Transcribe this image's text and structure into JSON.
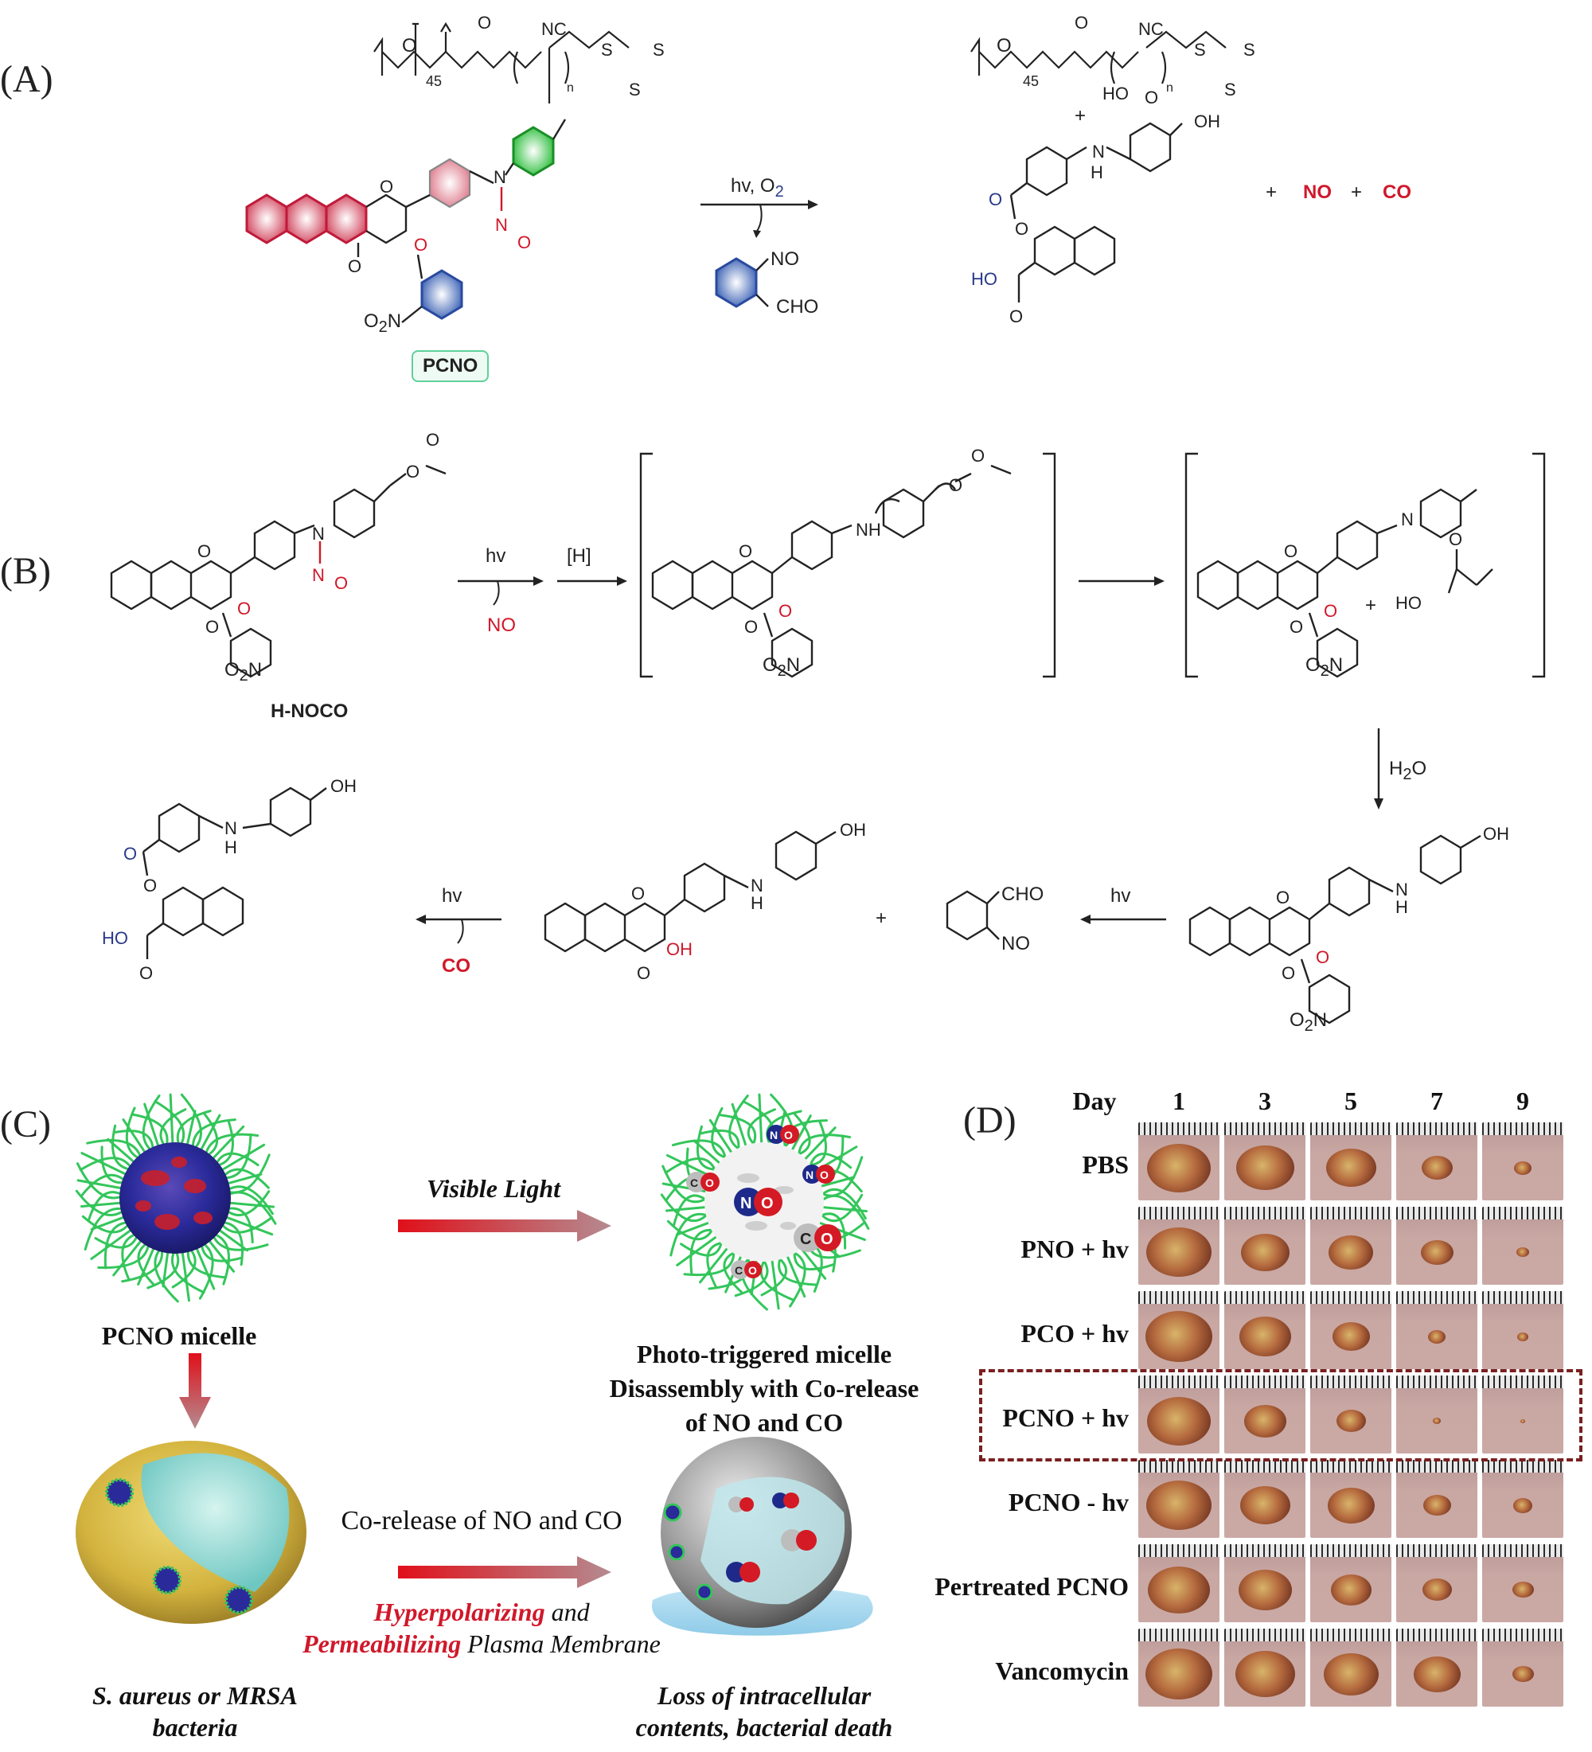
{
  "panels": {
    "a": "(A)",
    "b": "(B)",
    "c": "(C)",
    "d": "(D)"
  },
  "panel_a": {
    "polymer_subscript": "45",
    "polymer_n": "n",
    "nc": "NC",
    "compound_label": "PCNO",
    "o2n": "O",
    "reaction_condition": "hv, O",
    "product_plus": "+",
    "byproduct_no": "NO",
    "byproduct_cho": "CHO",
    "product_oh": "OH",
    "product_h": "H",
    "product_n": "N",
    "product_hoc": "HO",
    "product_plus2": "+",
    "no_release": "NO",
    "plus3": "+",
    "co_release": "CO"
  },
  "panel_b": {
    "compound_label": "H-NOCO",
    "hv": "hv",
    "no": "NO",
    "h_reagent": "[H]",
    "nh": "NH",
    "plus": "+",
    "methacrylic": "HO",
    "h2o": "H",
    "oh": "OH",
    "h": "H",
    "hv2": "hv",
    "cho": "CHO",
    "no2": "NO",
    "hv3": "hv",
    "co": "CO",
    "oh2": "OH",
    "ho": "HO",
    "plus2": "+"
  },
  "panel_c": {
    "micelle_label": "PCNO micelle",
    "visible_light": "Visible Light",
    "photo_caption": [
      "Photo-triggered micelle",
      "Disassembly with Co-release",
      "of NO and CO"
    ],
    "corelease": "Co-release of NO and CO",
    "hyper_word": "Hyperpolarizing",
    "and_word": " and",
    "perm_word": "Permeabilizing",
    "plasma_word": " Plasma Membrane",
    "bacteria_caption": [
      "S. aureus or MRSA",
      "bacteria"
    ],
    "death_caption": [
      "Loss of intracellular",
      "contents, bacterial death"
    ]
  },
  "panel_d": {
    "day_header": "Day",
    "days": [
      "1",
      "3",
      "5",
      "7",
      "9"
    ],
    "rows": [
      "PBS",
      "PNO + hv",
      "PCO + hv",
      "PCNO + hv",
      "PCNO - hv",
      "Pertreated PCNO",
      "Vancomycin"
    ],
    "highlight_row": 3,
    "wound_sizes": [
      [
        0.78,
        0.72,
        0.62,
        0.38,
        0.22
      ],
      [
        0.8,
        0.6,
        0.55,
        0.4,
        0.16
      ],
      [
        0.82,
        0.64,
        0.46,
        0.22,
        0.14
      ],
      [
        0.78,
        0.52,
        0.36,
        0.1,
        0.06
      ],
      [
        0.8,
        0.62,
        0.58,
        0.34,
        0.24
      ],
      [
        0.76,
        0.66,
        0.5,
        0.36,
        0.26
      ],
      [
        0.82,
        0.74,
        0.68,
        0.58,
        0.26
      ]
    ],
    "colors": {
      "highlight_border": "#7a1f1f",
      "tile_bg": "#c6a6a2"
    }
  }
}
